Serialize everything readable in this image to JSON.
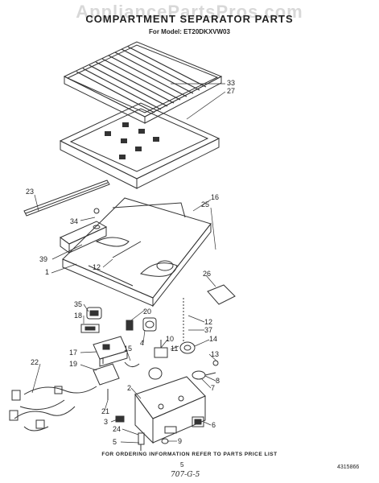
{
  "watermark": "AppliancePartsPros.com",
  "title": "COMPARTMENT SEPARATOR PARTS",
  "subtitle": "For Model: ET20DKXVW03",
  "footer": "FOR ORDERING INFORMATION REFER TO PARTS PRICE LIST",
  "page_number": "5",
  "doc_number": "4315866",
  "handwritten": "707-G-5",
  "callouts": [
    "33",
    "27",
    "23",
    "16",
    "25",
    "34",
    "39",
    "1",
    "12",
    "26",
    "35",
    "18",
    "20",
    "12",
    "37",
    "10",
    "11",
    "14",
    "13",
    "17",
    "15",
    "4",
    "19",
    "8",
    "7",
    "22",
    "2",
    "21",
    "6",
    "3",
    "24",
    "5",
    "9"
  ]
}
